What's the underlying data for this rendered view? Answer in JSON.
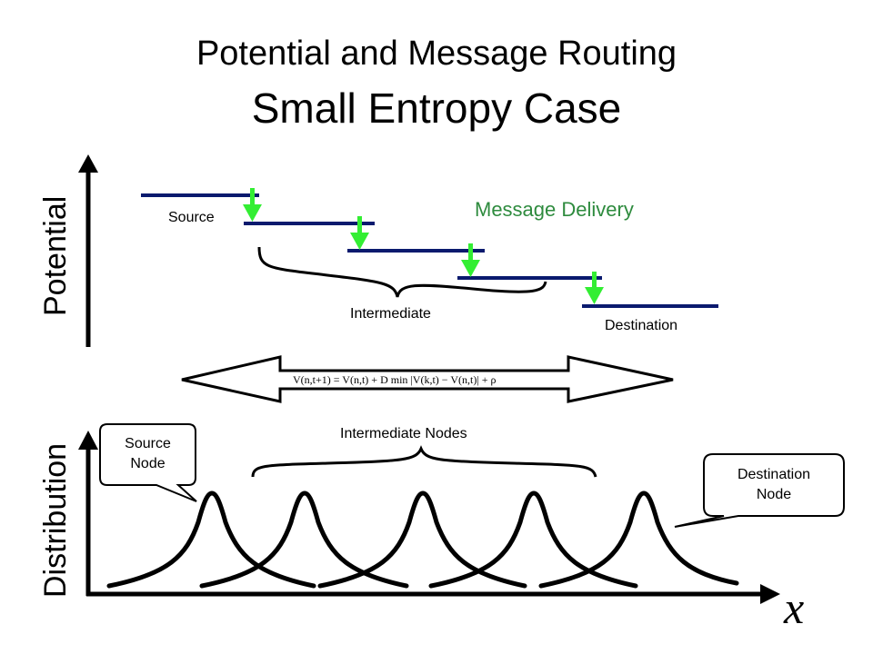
{
  "title": {
    "line1": "Potential and Message Routing",
    "line2": "Small Entropy Case"
  },
  "axes": {
    "potential_label": "Potential",
    "distribution_label": "Distribution",
    "x_variable": "x"
  },
  "potential_panel": {
    "source_label": "Source",
    "intermediate_label": "Intermediate",
    "destination_label": "Destination",
    "delivery_label": "Message Delivery"
  },
  "formula": {
    "text": "V(n,t+1) = V(n,t) + D min |V(k,t) − V(n,t)| + ρ"
  },
  "distribution_panel": {
    "intermediate_nodes_label": "Intermediate Nodes",
    "source_callout_line1": "Source",
    "source_callout_line2": "Node",
    "destination_callout_line1": "Destination",
    "destination_callout_line2": "Node",
    "peak_count": 5
  },
  "colors": {
    "level_line": "#0a1a6e",
    "arrow": "#33ee33",
    "delivery_text": "#2e8b3e"
  }
}
